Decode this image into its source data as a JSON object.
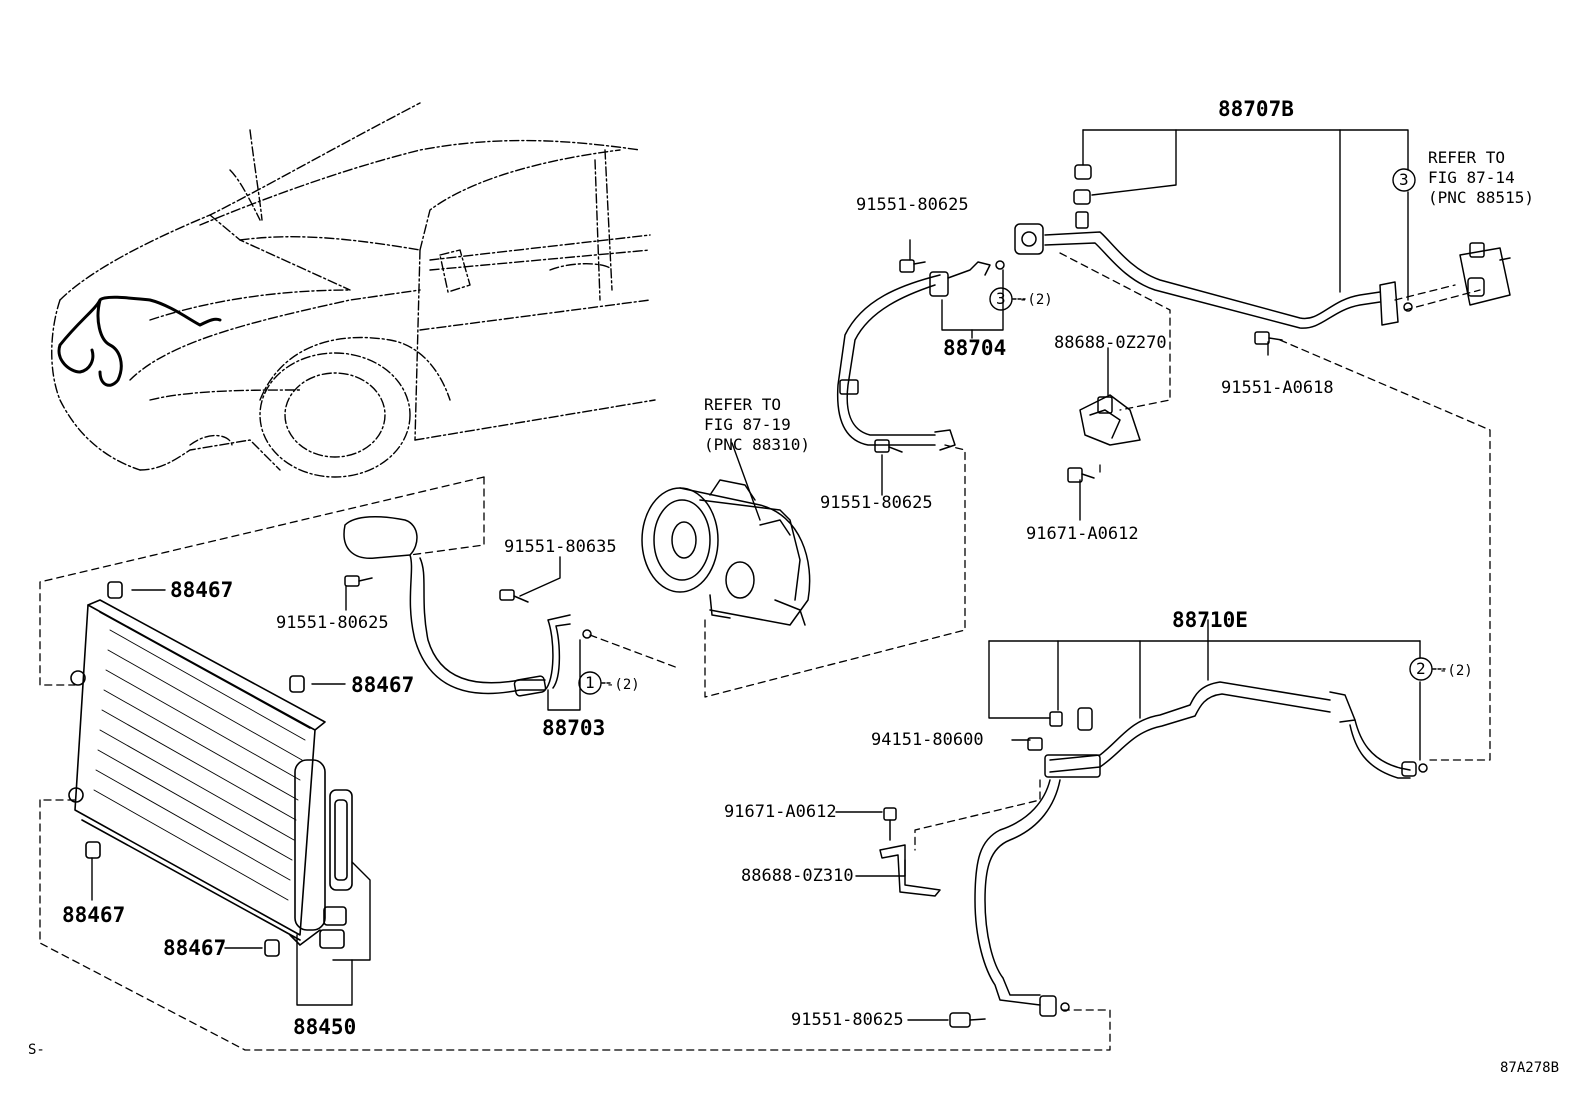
{
  "parts": {
    "p88707B": "88707B",
    "p88704": "88704",
    "p88703": "88703",
    "p88710E": "88710E",
    "p88450": "88450",
    "p88467_a": "88467",
    "p88467_b": "88467",
    "p88467_c": "88467",
    "p88467_d": "88467",
    "p91551_80625_a": "91551-80625",
    "p91551_80625_b": "91551-80625",
    "p91551_80625_c": "91551-80625",
    "p91551_80625_d": "91551-80625",
    "p91551_80635": "91551-80635",
    "p91551_A0618": "91551-A0618",
    "p88688_0Z270": "88688-0Z270",
    "p91671_A0612_a": "91671-A0612",
    "p91671_A0612_b": "91671-A0612",
    "p94151_80600": "94151-80600",
    "p88688_0Z310": "88688-0Z310"
  },
  "circles": {
    "c1": "1",
    "c2": "2",
    "c3a": "3",
    "c3b": "3"
  },
  "qty": {
    "q1": "-(2)",
    "q2": "-(2)",
    "q3": "-(2)"
  },
  "refs": {
    "compressor": "REFER TO\nFIG 87-19\n(PNC 88310)",
    "valve": "REFER TO\nFIG 87-14\n(PNC 88515)"
  },
  "footer": {
    "left_mark": "S-",
    "code": "87A278B"
  }
}
